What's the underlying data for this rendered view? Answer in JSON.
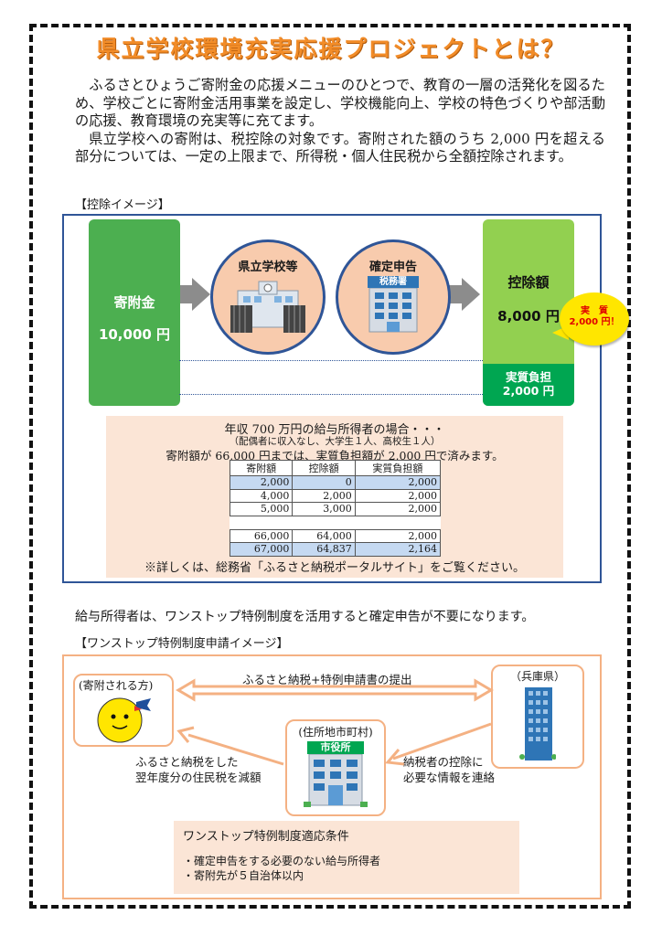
{
  "title": "県立学校環境充実応援プロジェクトとは？",
  "intro": {
    "p1": "ふるさとひょうご寄附金の応援メニューのひとつで、教育の一層の活発化を図るため、学校ごとに寄附金活用事業を設定し、学校機能向上、学校の特色づくりや部活動の応援、教育環境の充実等に充てます。",
    "p2": "県立学校への寄附は、税控除の対象です。寄附された額のうち 2,000 円を超える部分については、一定の上限まで、所得税・個人住民税から全額控除されます。"
  },
  "section1": {
    "caption": "【控除イメージ】",
    "donation_label": "寄附金",
    "donation_amount": "10,000 円",
    "circle1_label": "県立学校等",
    "circle2_label": "確定申告",
    "tax_office_sign": "税務署",
    "deduction_label": "控除額",
    "deduction_amount": "8,000 円",
    "burden_label": "実質負担",
    "burden_amount": "2,000 円",
    "burst_line1": "実　質",
    "burst_line2": "2,000 円！",
    "example_line1": "年収 700 万円の給与所得者の場合・・・",
    "example_line2": "（配偶者に収入なし、大学生１人、高校生１人）",
    "example_line3": "寄附額が 66,000 円までは、実質負担額が 2,000 円で済みます。",
    "table": {
      "headers": [
        "寄附額",
        "控除額",
        "実質負担額"
      ],
      "rows": [
        [
          "2,000",
          "0",
          "2,000"
        ],
        [
          "4,000",
          "2,000",
          "2,000"
        ],
        [
          "5,000",
          "3,000",
          "2,000"
        ],
        [
          "66,000",
          "64,000",
          "2,000"
        ],
        [
          "67,000",
          "64,837",
          "2,164"
        ]
      ]
    },
    "footnote": "※詳しくは、総務省「ふるさと納税ポータルサイト」をご覧ください。"
  },
  "onestop_note": "給与所得者は、ワンストップ特例制度を活用すると確定申告が不要になります。",
  "section2": {
    "caption": "【ワンストップ特例制度申請イメージ】",
    "donor_label": "(寄附される方)",
    "pref_label": "（兵庫県）",
    "city_label": "(住所地市町村)",
    "city_sign": "市役所",
    "top_arrow_label": "ふるさと納税+特例申請書の提出",
    "left_arrow_label_1": "ふるさと納税をした",
    "left_arrow_label_2": "翌年度分の住民税を減額",
    "right_arrow_label_1": "納税者の控除に",
    "right_arrow_label_2": "必要な情報を連絡",
    "conditions_title": "ワンストップ特例制度適応条件",
    "conditions": [
      "・確定申告をする必要のない給与所得者",
      "・寄附先が５自治体以内"
    ]
  },
  "colors": {
    "title": "#f28c28",
    "donation_box": "#4caf50",
    "deduction_box": "#92d050",
    "burden_box": "#00a651",
    "frame_blue": "#2f5597",
    "peach": "#fbe5d6",
    "orange_border": "#f4b183"
  }
}
